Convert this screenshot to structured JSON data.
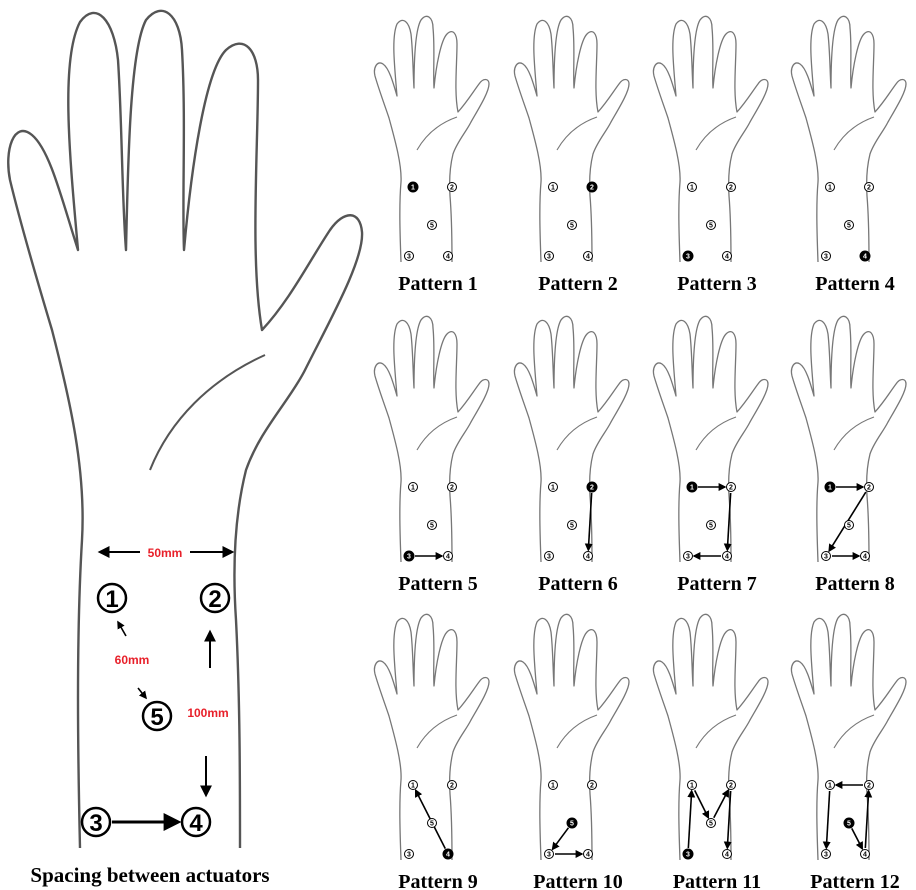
{
  "main": {
    "caption": "Spacing between actuators",
    "measurements": {
      "width": "50mm",
      "diagonal": "60mm",
      "length": "100mm"
    },
    "actuators": [
      "1",
      "2",
      "5",
      "3",
      "4"
    ]
  },
  "patterns": [
    {
      "label": "Pattern 1",
      "active": "1"
    },
    {
      "label": "Pattern 2",
      "active": "2"
    },
    {
      "label": "Pattern 3",
      "active": "3"
    },
    {
      "label": "Pattern 4",
      "active": "4"
    },
    {
      "label": "Pattern 5",
      "active": "3"
    },
    {
      "label": "Pattern 6",
      "active": "2"
    },
    {
      "label": "Pattern 7",
      "active": "1"
    },
    {
      "label": "Pattern 8",
      "active": "1"
    },
    {
      "label": "Pattern 9",
      "active": "4"
    },
    {
      "label": "Pattern 10",
      "active": "5"
    },
    {
      "label": "Pattern 11",
      "active": "3"
    },
    {
      "label": "Pattern 12",
      "active": "5"
    }
  ]
}
